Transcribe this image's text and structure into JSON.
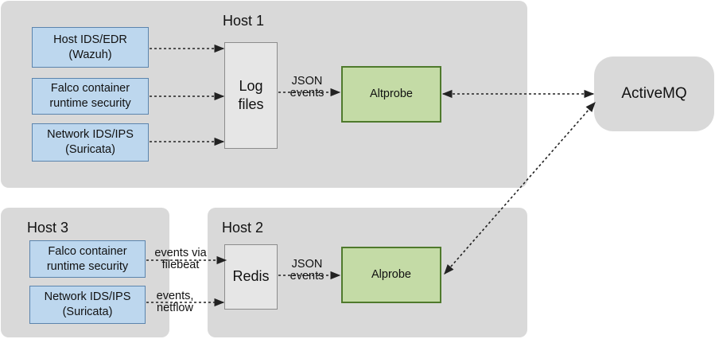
{
  "host1": {
    "title": "Host 1",
    "sources": [
      "Host IDS/EDR\n(Wazuh)",
      "Falco container\nruntime security",
      "Network IDS/IPS\n(Suricata)"
    ],
    "collector": "Log\nfiles",
    "edge_label": "JSON\nevents",
    "probe": "Altprobe"
  },
  "host2": {
    "title": "Host 2",
    "collector": "Redis",
    "edge_label": "JSON\nevents",
    "probe": "Alprobe"
  },
  "host3": {
    "title": "Host 3",
    "sources": [
      "Falco container\nruntime security",
      "Network IDS/IPS\n(Suricata)"
    ],
    "edge_labels": [
      "events via\nfilebeat",
      "events,\nnetflow"
    ]
  },
  "broker": "ActiveMQ",
  "colors": {
    "region_bg": "#d9d9d9",
    "source_fill": "#bdd7ee",
    "source_border": "#5b84ad",
    "collector_fill": "#e6e6e6",
    "probe_fill": "#c4dba6",
    "probe_border": "#4f7a2c",
    "arrow": "#222222"
  }
}
